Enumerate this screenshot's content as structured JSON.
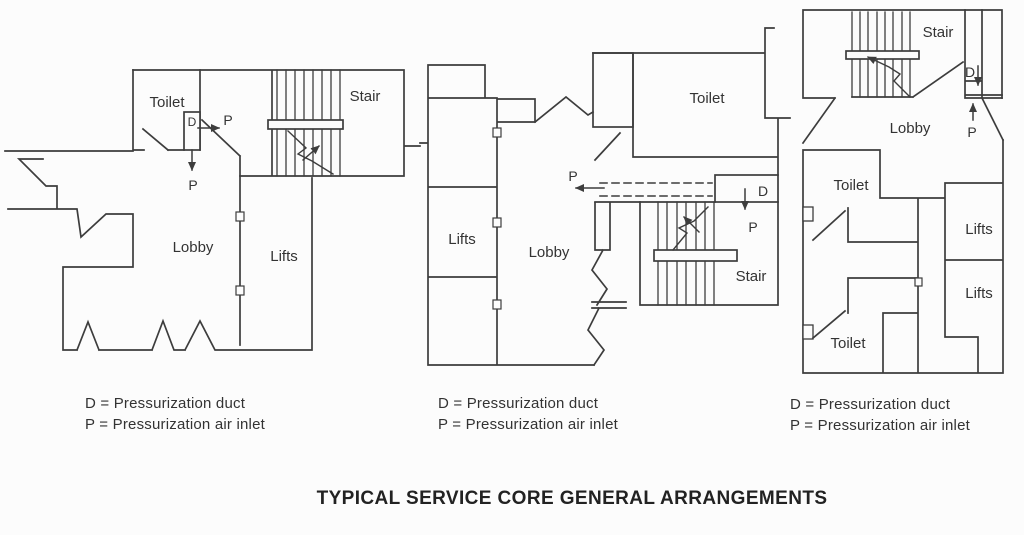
{
  "title": "TYPICAL SERVICE CORE GENERAL ARRANGEMENTS",
  "legend": {
    "duct": "D = Pressurization duct",
    "inlet": "P = Pressurization air inlet"
  },
  "plans": {
    "left": {
      "toilet": "Toilet",
      "stair": "Stair",
      "lobby": "Lobby",
      "lifts": "Lifts",
      "duct_marker": "D",
      "inlet_marker_side": "P",
      "inlet_marker_down": "P"
    },
    "middle": {
      "toilet": "Toilet",
      "stair": "Stair",
      "lobby": "Lobby",
      "lifts": "Lifts",
      "duct_marker": "D",
      "inlet_marker_left": "P",
      "inlet_marker_down": "P"
    },
    "right": {
      "stair": "Stair",
      "lobby": "Lobby",
      "toilet_upper": "Toilet",
      "toilet_lower": "Toilet",
      "lifts_upper": "Lifts",
      "lifts_lower": "Lifts",
      "duct_marker": "D",
      "inlet_marker": "P"
    }
  },
  "colors": {
    "line": "#3d3d3d",
    "background": "#fcfcfc",
    "text": "#333333",
    "title": "#222222"
  }
}
